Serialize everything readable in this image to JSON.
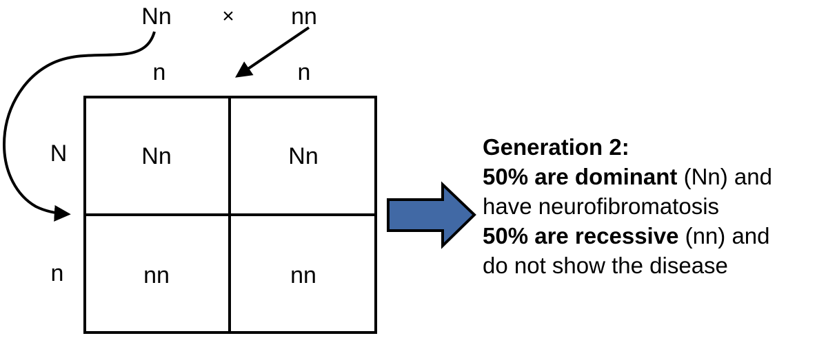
{
  "punnett": {
    "parent_left": "Nn",
    "cross_symbol": "×",
    "parent_right": "nn",
    "column_gametes": [
      "n",
      "n"
    ],
    "row_gametes": [
      "N",
      "n"
    ],
    "cells": [
      [
        "Nn",
        "Nn"
      ],
      [
        "nn",
        "nn"
      ]
    ]
  },
  "annotation": {
    "heading": "Generation 2:",
    "dominant_bold": "50% are dominant",
    "dominant_rest": " (Nn) and",
    "dominant_line2": "have neurofibromatosis",
    "recessive_bold": "50% are recessive",
    "recessive_rest": " (nn) and",
    "recessive_line2": "do not show the disease"
  },
  "colors": {
    "line_color": "#000000",
    "block_arrow_fill": "#4169a5"
  }
}
